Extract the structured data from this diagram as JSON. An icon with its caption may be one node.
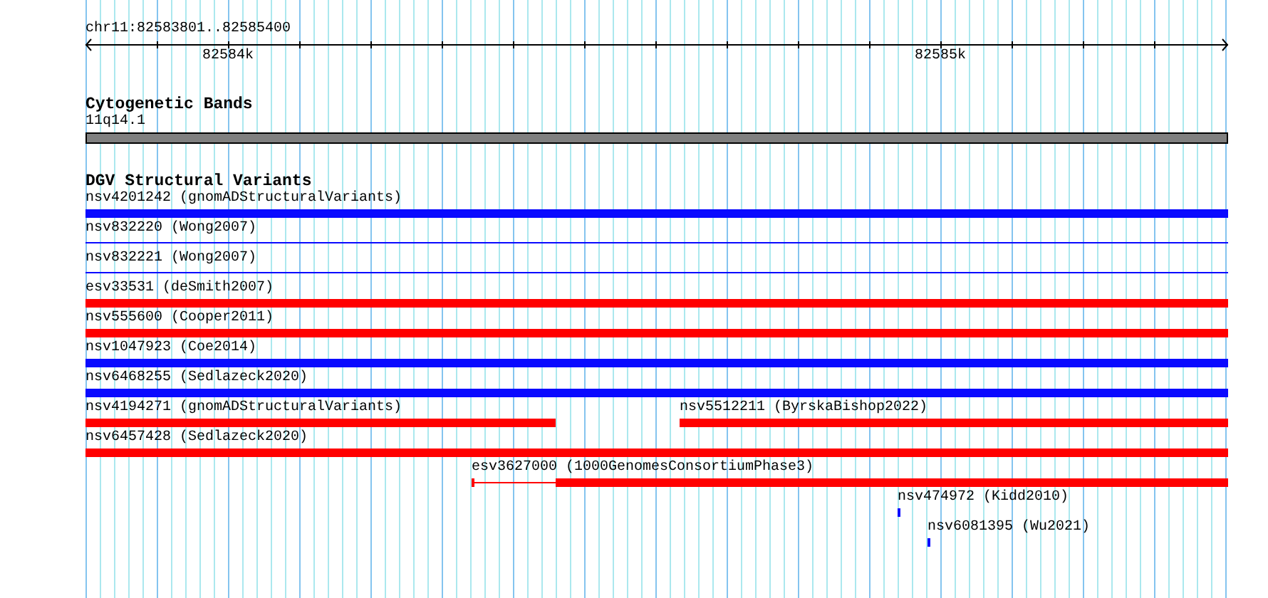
{
  "diagram": {
    "nodes": [
      {
        "text": [
          "11q14.1"
        ]
      },
      {
        "text": [
          "nsv4201242 (gnomADStructuralVariants)"
        ]
      },
      {
        "text": [
          "nsv832220 (Wong2007)"
        ]
      },
      {
        "text": [
          "nsv832221 (Wong2007)"
        ]
      },
      {
        "text": [
          "esv33531 (deSmith2007)"
        ]
      },
      {
        "text": [
          "nsv555600 (Cooper2011)"
        ]
      },
      {
        "text": [
          "nsv1047923 (Coe2014)"
        ]
      },
      {
        "text": [
          "nsv6468255 (Sedlazeck2020)"
        ]
      },
      {
        "text": [
          "nsv4194271 (gnomADStructuralVariants)"
        ]
      },
      {
        "text": [
          "nsv5512211 (ByrskaBishop2022)"
        ]
      },
      {
        "text": [
          "nsv6457428 (Sedlazeck2020)"
        ]
      },
      {
        "text": [
          "esv3627000 (1000GenomesConsortiumPhase3)"
        ]
      },
      {
        "text": [
          "nsv474972 (Kidd2010)"
        ]
      },
      {
        "text": [
          "nsv6081395 (Wu2021)"
        ]
      }
    ],
    "labels": [
      "chr11:82583801..82585400",
      "82584k",
      "82585k",
      "Cytogenetic Bands",
      "DGV Structural Variants"
    ]
  }
}
